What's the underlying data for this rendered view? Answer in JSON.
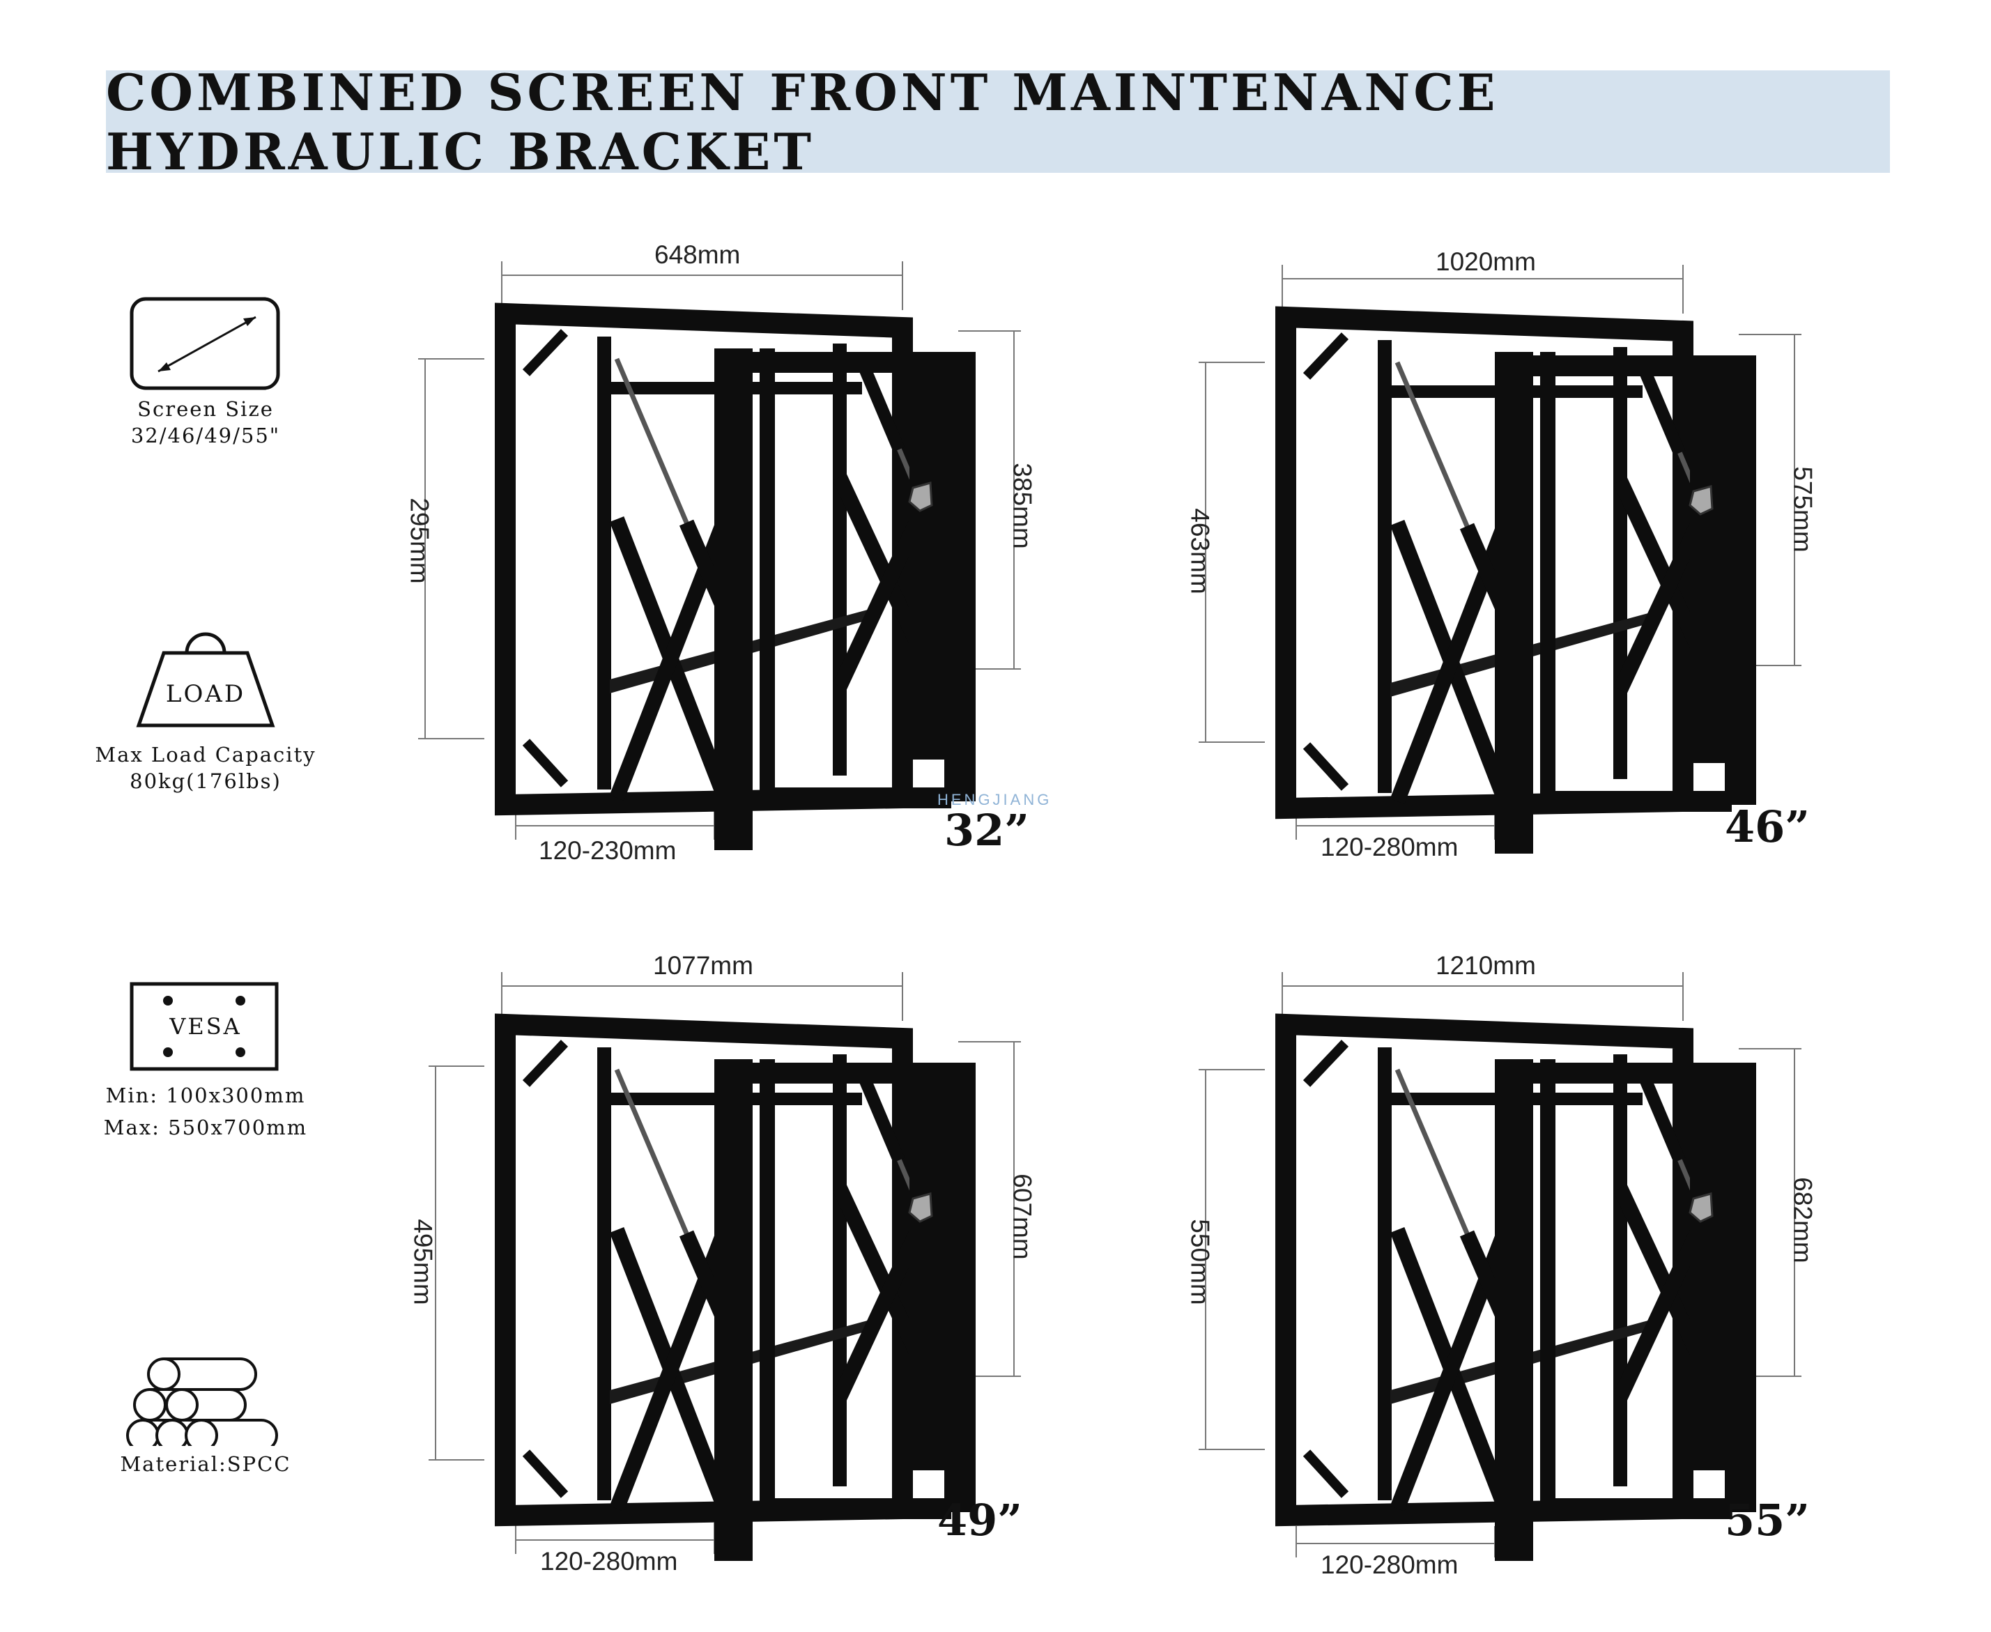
{
  "title": "COMBINED SCREEN FRONT MAINTENANCE HYDRAULIC BRACKET",
  "specs": {
    "screen_size": {
      "icon": "screen-diagonal-icon",
      "label": "Screen Size",
      "value": "32/46/49/55\""
    },
    "load": {
      "icon": "load-weight-icon",
      "icon_text": "LOAD",
      "label": "Max Load Capacity",
      "value": "80kg(176lbs)"
    },
    "vesa": {
      "icon": "vesa-pattern-icon",
      "icon_text": "VESA",
      "min": "Min: 100x300mm",
      "max": "Max: 550x700mm"
    },
    "material": {
      "icon": "steel-pipes-icon",
      "label": "Material:SPCC"
    }
  },
  "watermark": "HENGJIANG",
  "brackets": [
    {
      "size": "32”",
      "width": "648mm",
      "outer_height": "295mm",
      "inner_height": "385mm",
      "depth": "120-230mm"
    },
    {
      "size": "46”",
      "width": "1020mm",
      "outer_height": "463mm",
      "inner_height": "575mm",
      "depth": "120-280mm"
    },
    {
      "size": "49”",
      "width": "1077mm",
      "outer_height": "495mm",
      "inner_height": "607mm",
      "depth": "120-280mm"
    },
    {
      "size": "55”",
      "width": "1210mm",
      "outer_height": "550mm",
      "inner_height": "682mm",
      "depth": "120-280mm"
    }
  ],
  "colors": {
    "banner": "#d5e2ee",
    "frame": "#0d0d0d",
    "dimension_line": "#666666"
  }
}
